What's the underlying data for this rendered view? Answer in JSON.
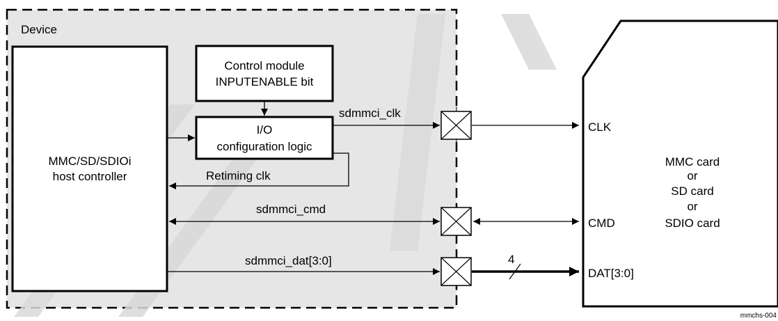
{
  "device_label": "Device",
  "host_controller": {
    "line1": "MMC/SD/SDIOi",
    "line2": "host controller"
  },
  "control_module": {
    "line1": "Control module",
    "line2": "INPUTENABLE bit"
  },
  "io_logic": {
    "line1": "I/O",
    "line2": "configuration logic"
  },
  "signals": {
    "clk": "sdmmci_clk",
    "retiming": "Retiming clk",
    "cmd": "sdmmci_cmd",
    "dat": "sdmmci_dat[3:0]",
    "bus_width": "4"
  },
  "card_pins": {
    "clk": "CLK",
    "cmd": "CMD",
    "dat": "DAT[3:0]"
  },
  "card": {
    "l1": "MMC card",
    "l2": "or",
    "l3": "SD card",
    "l4": "or",
    "l5": "SDIO card"
  },
  "figure_id": "mmchs-004",
  "colors": {
    "device_fill": "#e6e6e6",
    "watermark": "#d9d9d9",
    "line": "#000000"
  }
}
